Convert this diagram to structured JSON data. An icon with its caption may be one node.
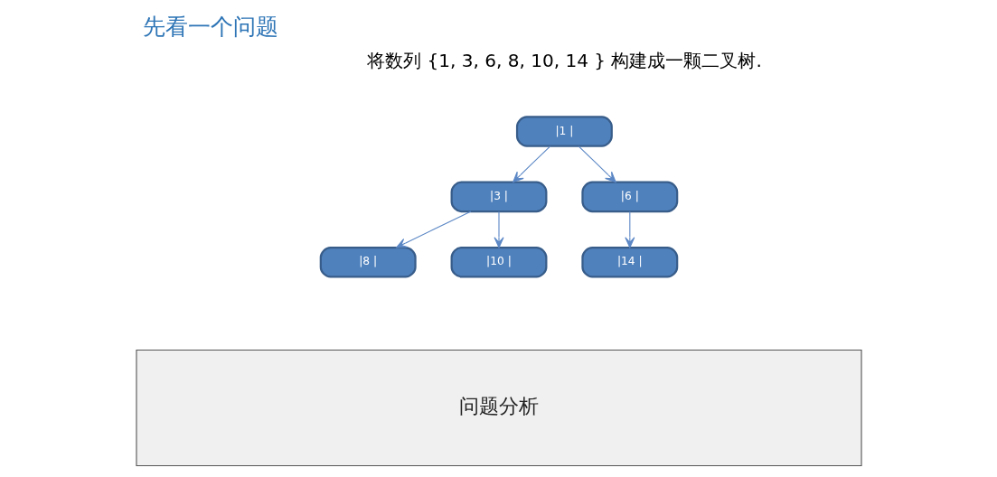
{
  "diagram": {
    "title": "先看一个问题",
    "nodes": [
      {
        "text": [
          "|1 |"
        ]
      },
      {
        "text": [
          "|3 |"
        ]
      },
      {
        "text": [
          "|6 |"
        ]
      },
      {
        "text": [
          "|8 |"
        ]
      },
      {
        "text": [
          "|10 |"
        ]
      },
      {
        "text": [
          "|14 |"
        ]
      },
      {
        "text": [
          "问题分析"
        ]
      }
    ],
    "edges": [
      {
        "from": 0,
        "to": 1,
        "arrow": "to"
      },
      {
        "from": 0,
        "to": 2,
        "arrow": "to"
      },
      {
        "from": 1,
        "to": 3,
        "arrow": "to"
      },
      {
        "from": 1,
        "to": 4,
        "arrow": "to"
      },
      {
        "from": 2,
        "to": 5,
        "arrow": "to"
      }
    ],
    "labels": [
      "将数列 {1, 3, 6, 8, 10, 14 } 构建成一颗二叉树."
    ]
  }
}
